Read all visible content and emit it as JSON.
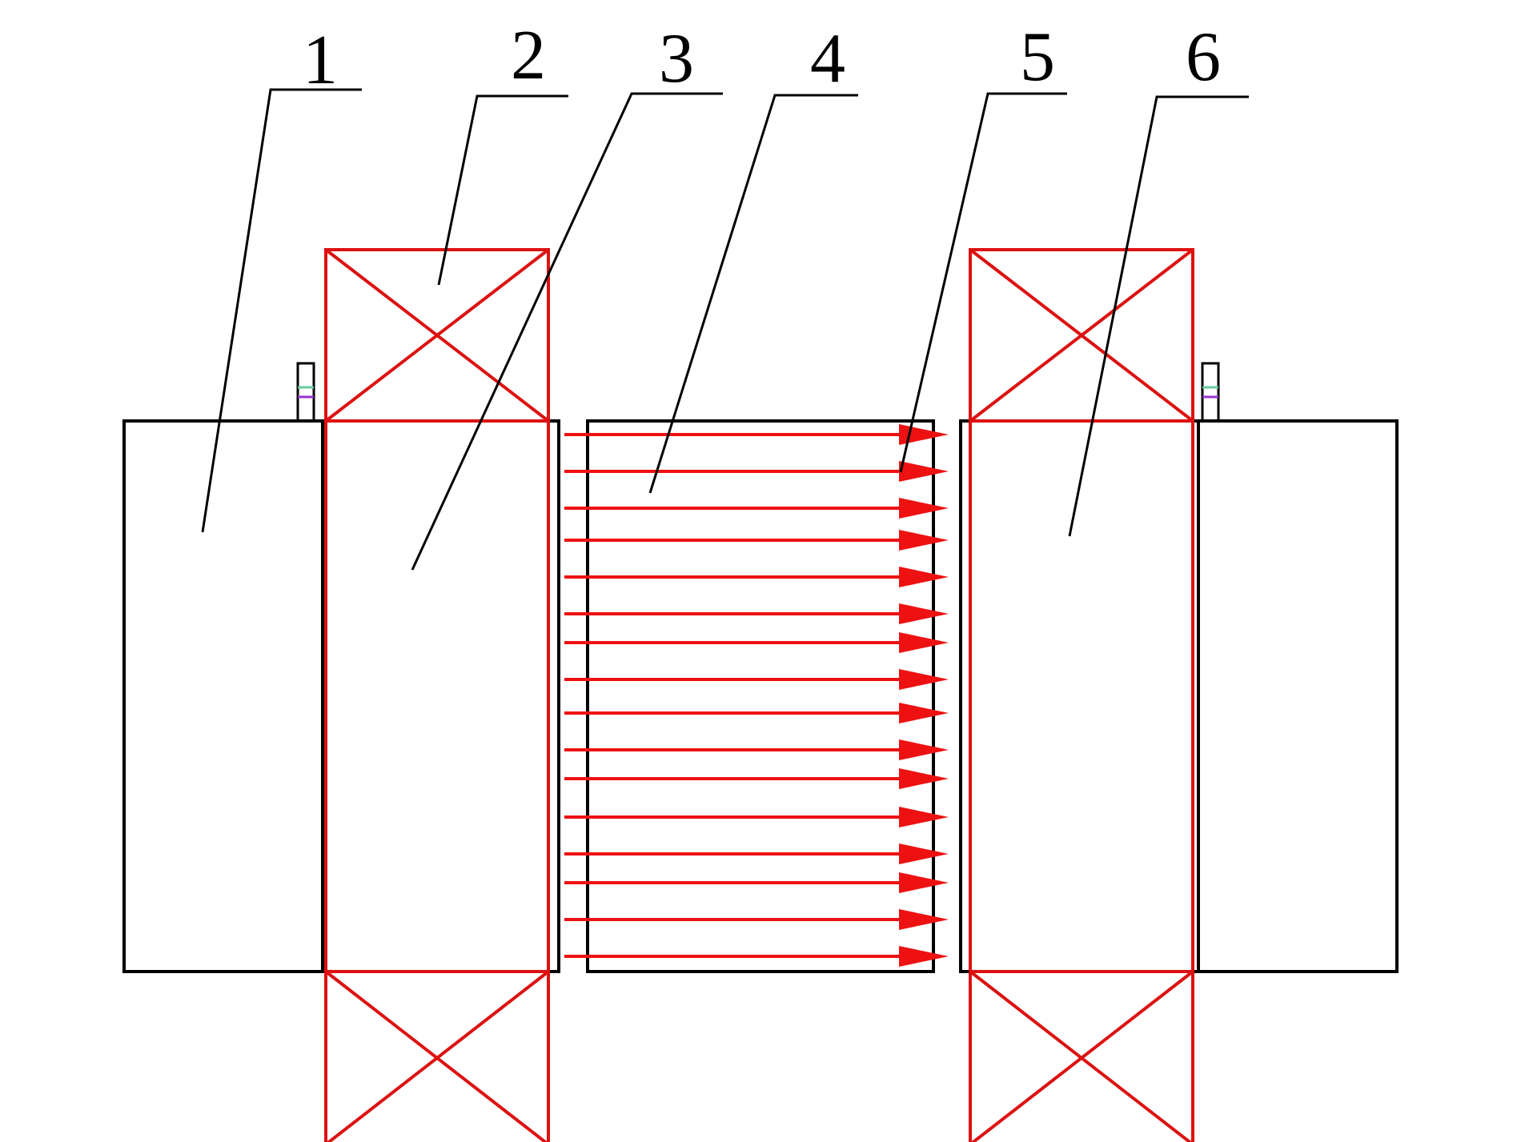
{
  "callouts": [
    {
      "label": "1"
    },
    {
      "label": "2"
    },
    {
      "label": "3"
    },
    {
      "label": "4"
    },
    {
      "label": "5"
    },
    {
      "label": "6"
    }
  ],
  "colors": {
    "outline": "#000000",
    "coil": "#dd1111",
    "field_arrows": "#ee1111",
    "terminal_marks": [
      "#66cc99",
      "#9933cc"
    ]
  },
  "field_arrows": {
    "count": 16,
    "direction": "right"
  }
}
